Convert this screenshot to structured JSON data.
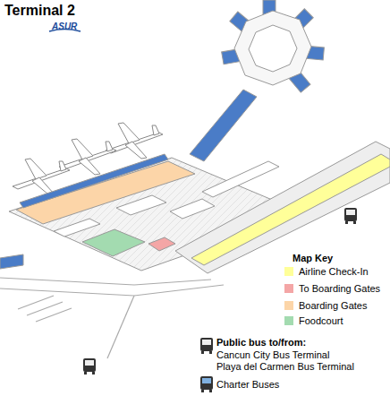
{
  "diagram": {
    "title": "Terminal 2",
    "labels": [
      "ASUR",
      "Map Key",
      "Cancun City Bus Terminal",
      "Playa del Carmen Bus Terminal"
    ],
    "legend": [
      {
        "text": "Airline Check-In",
        "color": "#ffff99"
      },
      {
        "text": "To Boarding Gates",
        "color": "#f4a6a6"
      },
      {
        "text": "Boarding Gates",
        "color": "#fcd5a8"
      },
      {
        "text": "Foodcourt",
        "color": "#a3dbb0"
      },
      {
        "text": "Public bus to/from:"
      },
      {
        "text": "Charter Buses"
      }
    ]
  }
}
